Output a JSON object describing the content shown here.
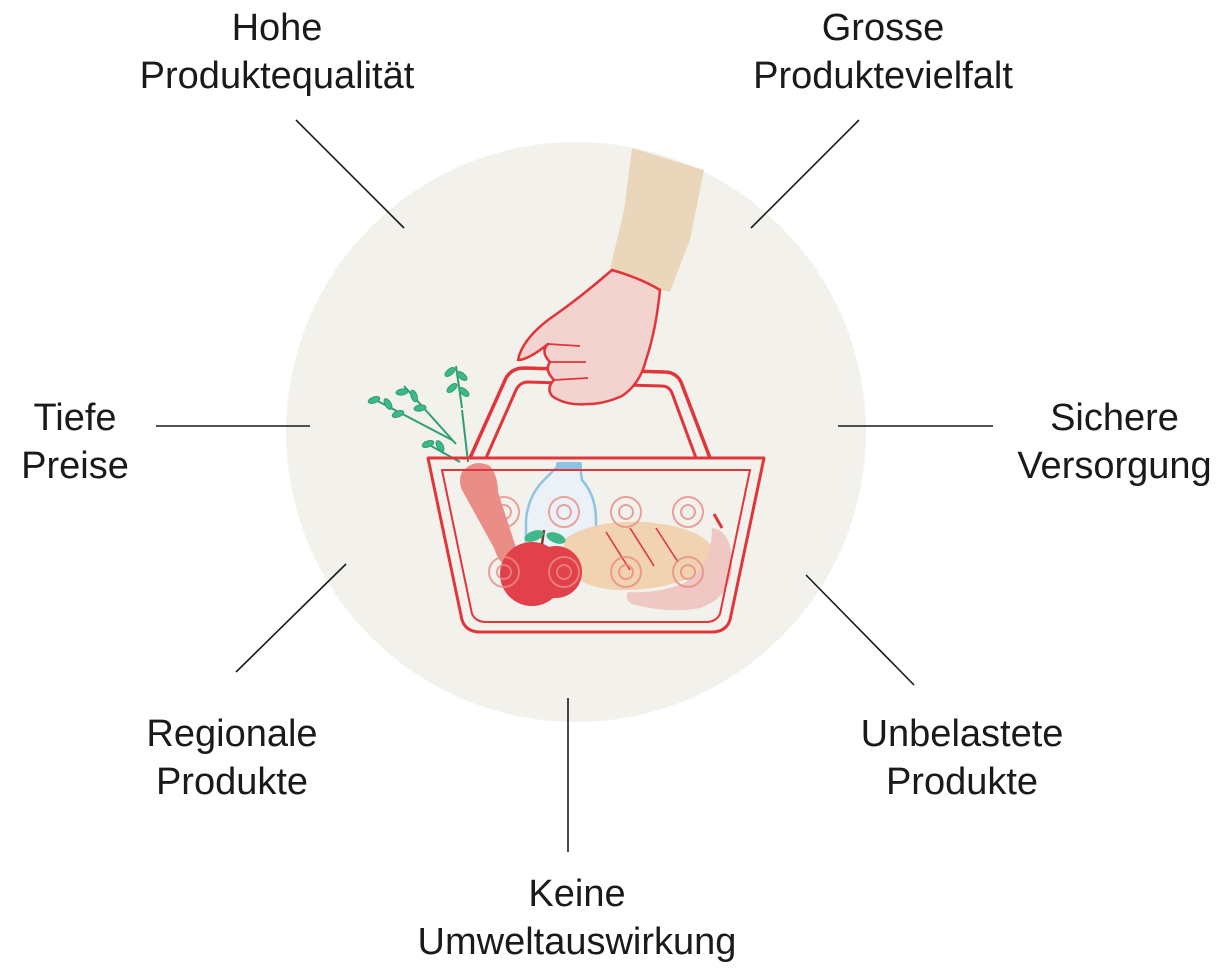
{
  "labels": {
    "quality": {
      "line1": "Hohe",
      "line2": "Produktequalität"
    },
    "variety": {
      "line1": "Grosse",
      "line2": "Produktevielfalt"
    },
    "prices": {
      "line1": "Tiefe",
      "line2": "Preise"
    },
    "supply": {
      "line1": "Sichere",
      "line2": "Versorgung"
    },
    "regional": {
      "line1": "Regionale",
      "line2": "Produkte"
    },
    "unpolluted": {
      "line1": "Unbelastete",
      "line2": "Produkte"
    },
    "environment": {
      "line1": "Keine",
      "line2": "Umweltauswirkung"
    }
  },
  "illustration": {
    "subject": "hand-holding-shopping-basket",
    "contents": [
      "carrot-icon",
      "milk-bottle-icon",
      "apple-icon",
      "bread-icon",
      "sausage-icon"
    ]
  },
  "colors": {
    "circle_bg": "#f3f1ec",
    "basket_outline": "#e2353a",
    "text": "#1a1a1a",
    "connector": "#1a1a1a"
  }
}
